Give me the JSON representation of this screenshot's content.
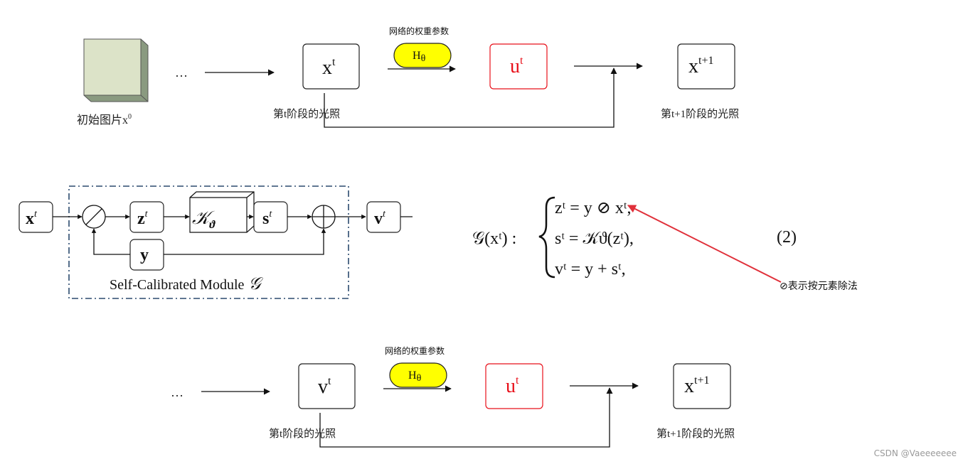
{
  "top_row": {
    "input_caption": "初始图片x",
    "input_caption_sup": "0",
    "ellipsis": "…",
    "box1_main": "x",
    "box1_sup": "t",
    "box1_caption": "第t阶段的光照",
    "net_label": "网络的权重参数",
    "net_main": "H",
    "net_sub": "θ",
    "box2_main": "u",
    "box2_sup": "t",
    "box3_main": "x",
    "box3_sup": "t+1",
    "box3_caption": "第t+1阶段的光照"
  },
  "module": {
    "in_main": "x",
    "in_sup": "t",
    "div_symbol": "⊘",
    "z_main": "z",
    "z_sup": "t",
    "k_main": "𝒦",
    "k_sub": "ϑ",
    "s_main": "s",
    "s_sup": "t",
    "plus_symbol": "⊕",
    "v_main": "v",
    "v_sup": "t",
    "y_main": "y",
    "caption": "Self-Calibrated Module",
    "caption_symbol": "𝒢"
  },
  "equation": {
    "lhs": "𝒢(xᵗ) :",
    "line1": "zᵗ = y ⊘ xᵗ,",
    "line2": "sᵗ = 𝒦ϑ(zᵗ),",
    "line3": "vᵗ = y + sᵗ,",
    "number": "(2)",
    "annotation": "⊘表示按元素除法",
    "annotation_color": "#e0303a"
  },
  "bottom_row": {
    "ellipsis": "…",
    "box1_main": "v",
    "box1_sup": "t",
    "box1_caption": "第t阶段的光照",
    "net_label": "网络的权重参数",
    "net_main": "H",
    "net_sub": "θ",
    "box2_main": "u",
    "box2_sup": "t",
    "box3_main": "x",
    "box3_sup": "t+1",
    "box3_caption": "第t+1阶段的光照"
  },
  "watermark": "CSDN @Vaeeeeeee",
  "colors": {
    "accent_red": "#e8101a",
    "ellipse_fill": "#ffff00",
    "cube_face": "#dce3c8",
    "cube_side": "#8a9a80",
    "dashed_border": "#2b4a6e"
  }
}
